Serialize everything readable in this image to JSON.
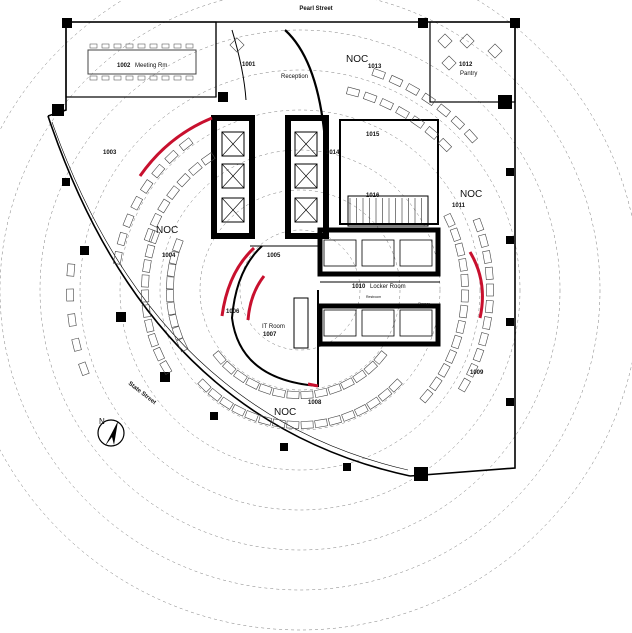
{
  "streets": {
    "north": "Pearl Street",
    "west": "State Street"
  },
  "rooms": {
    "r1001": "1001",
    "r1002": "1002",
    "r1002_name": "Meeting Rm",
    "r1003": "1003",
    "r1004": "1004",
    "r1005": "1005",
    "r1006": "1006",
    "r1007": "1007",
    "r1007_name": "IT Room",
    "r1008": "1008",
    "r1009": "1009",
    "r1010": "1010",
    "r1010_name": "Locker Room",
    "r1011": "1011",
    "r1012": "1012",
    "r1012_name": "Pantry",
    "r1013": "1013",
    "r1014": "1014",
    "r1015": "1015",
    "r1016": "1016",
    "reception": "Reception"
  },
  "zones": {
    "noc": "NOC"
  },
  "small_labels": {
    "restroom": "Restroom",
    "storage": "Storage"
  },
  "north_arrow": "N",
  "colors": {
    "wall": "#000000",
    "accent": "#c8102e",
    "ring": "#7a7a7a",
    "furniture": "#444444"
  }
}
